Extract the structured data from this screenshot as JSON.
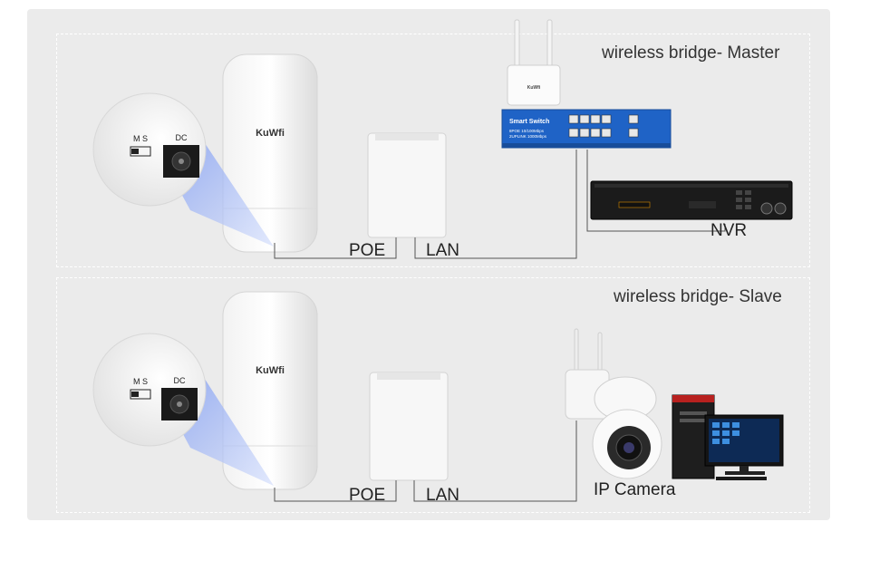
{
  "sections": {
    "master": {
      "title": "wireless bridge- Master",
      "device_brand": "KuWfi",
      "zoom_labels": {
        "mode": "M S",
        "power": "DC"
      },
      "port_labels": {
        "poe": "POE",
        "lan": "LAN"
      },
      "router_brand": "KuWfi",
      "switch_text": {
        "title": "Smart Switch",
        "line1": "8POE 10/100Mbps",
        "line2": "2UPLINK 1000Mbps"
      },
      "nvr_label": "NVR"
    },
    "slave": {
      "title": "wireless bridge- Slave",
      "device_brand": "KuWfi",
      "zoom_labels": {
        "mode": "M S",
        "power": "DC"
      },
      "port_labels": {
        "poe": "POE",
        "lan": "LAN"
      },
      "camera_label": "IP Camera"
    }
  },
  "colors": {
    "panel_bg": "#ebebeb",
    "beam": "#8fa9f3",
    "switch_blue": "#1f63c6",
    "wire": "#555555"
  }
}
